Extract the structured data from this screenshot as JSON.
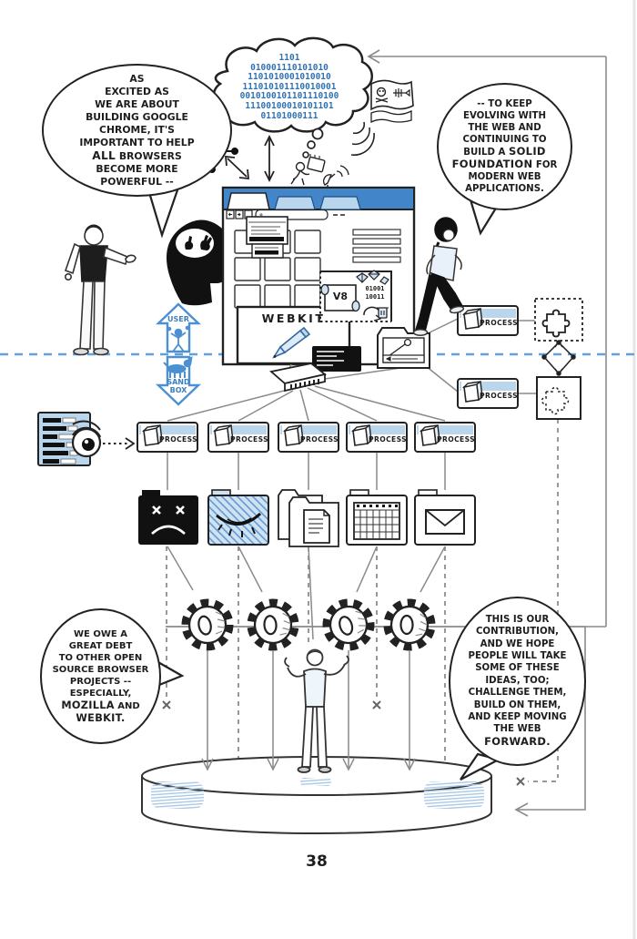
{
  "page": {
    "number": "38"
  },
  "bubbles": {
    "top_left": {
      "lines": [
        "AS",
        "EXCITED AS",
        "WE ARE ABOUT",
        "BUILDING GOOGLE",
        "CHROME, IT'S",
        "IMPORTANT TO HELP",
        "**ALL** BROWSERS",
        "BECOME MORE",
        "POWERFUL --"
      ]
    },
    "top_right": {
      "lines": [
        "-- TO KEEP",
        "EVOLVING WITH",
        "THE WEB AND",
        "CONTINUING TO",
        "BUILD A **SOLID**",
        "**FOUNDATION** FOR",
        "MODERN WEB",
        "APPLICATIONS."
      ]
    },
    "bottom_left": {
      "lines": [
        "WE OWE A",
        "GREAT DEBT",
        "TO OTHER OPEN",
        "SOURCE BROWSER",
        "PROJECTS --",
        "ESPECIALLY,",
        "**MOZILLA** AND",
        "**WEBKIT.**"
      ]
    },
    "bottom_right": {
      "lines": [
        "THIS IS OUR",
        "CONTRIBUTION,",
        "AND WE HOPE",
        "PEOPLE WILL TAKE",
        "SOME OF THESE",
        "IDEAS, TOO;",
        "CHALLENGE THEM,",
        "BUILD ON THEM,",
        "AND KEEP MOVING",
        "THE WEB",
        "**FORWARD.**"
      ]
    }
  },
  "cloud": {
    "lines": [
      "1101",
      "010001110101010",
      "1101010001010010",
      "111010101110010001",
      "0010100101101110100",
      "11100100010101101",
      "01101000111"
    ]
  },
  "labels": {
    "process": "PROCESS",
    "webkit": "WEBKIT",
    "v8": "V8",
    "v8_binary": [
      "01001",
      "10011"
    ],
    "user": "USER",
    "sandbox_lines": [
      "SAND",
      "BOX"
    ]
  },
  "colors": {
    "browser_bar_blue": "#4285c8",
    "light_blue": "#b9d6ec",
    "binary_blue": "#2f72b4",
    "sandbox_arrow_blue": "#4a90d2",
    "dashed_line_blue": "#62a0dc",
    "ink": "#1d1d1d"
  }
}
